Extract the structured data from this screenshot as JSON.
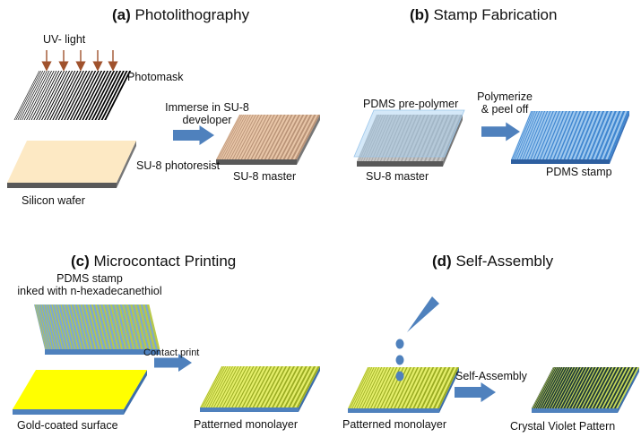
{
  "panels": {
    "a": {
      "letter": "(a)",
      "title": "Photolithography",
      "uv_label": "UV- light",
      "photomask_label": "Photomask",
      "photoresist_label": "SU-8 photoresist",
      "wafer_label": "Silicon wafer",
      "step_label_line1": "Immerse in SU-8",
      "step_label_line2": "developer",
      "result_label": "SU-8 master"
    },
    "b": {
      "letter": "(b)",
      "title": "Stamp Fabrication",
      "prepolymer_label": "PDMS pre-polymer",
      "master_label": "SU-8 master",
      "step_label_line1": "Polymerize",
      "step_label_line2": "& peel off",
      "result_label": "PDMS stamp"
    },
    "c": {
      "letter": "(c)",
      "title": "Microcontact Printing",
      "stamp_label_line1": "PDMS stamp",
      "stamp_label_line2": "inked with n-hexadecanethiol",
      "gold_label": "Gold-coated surface",
      "step_label": "Contact print",
      "result_label": "Patterned monolayer"
    },
    "d": {
      "letter": "(d)",
      "title": "Self-Assembly",
      "input_label": "Patterned monolayer",
      "step_label": "Self-Assembly",
      "result_label": "Crystal Violet Pattern"
    }
  },
  "colors": {
    "arrow": "#4f81bd",
    "uv_arrow": "#a0522d",
    "wafer_side": "#595959",
    "photoresist": "#fde9c4",
    "su8_master_light": "#e8c6a8",
    "su8_master_dark": "#b08a6e",
    "pdms_light": "#9fc8ee",
    "pdms_dark": "#3f86d0",
    "stamp_base": "#4f81bd",
    "gold": "#ffff00",
    "monolayer": "#ccdd33",
    "crystal_violet": "#1f3a3a",
    "drop": "#4f81bd"
  }
}
